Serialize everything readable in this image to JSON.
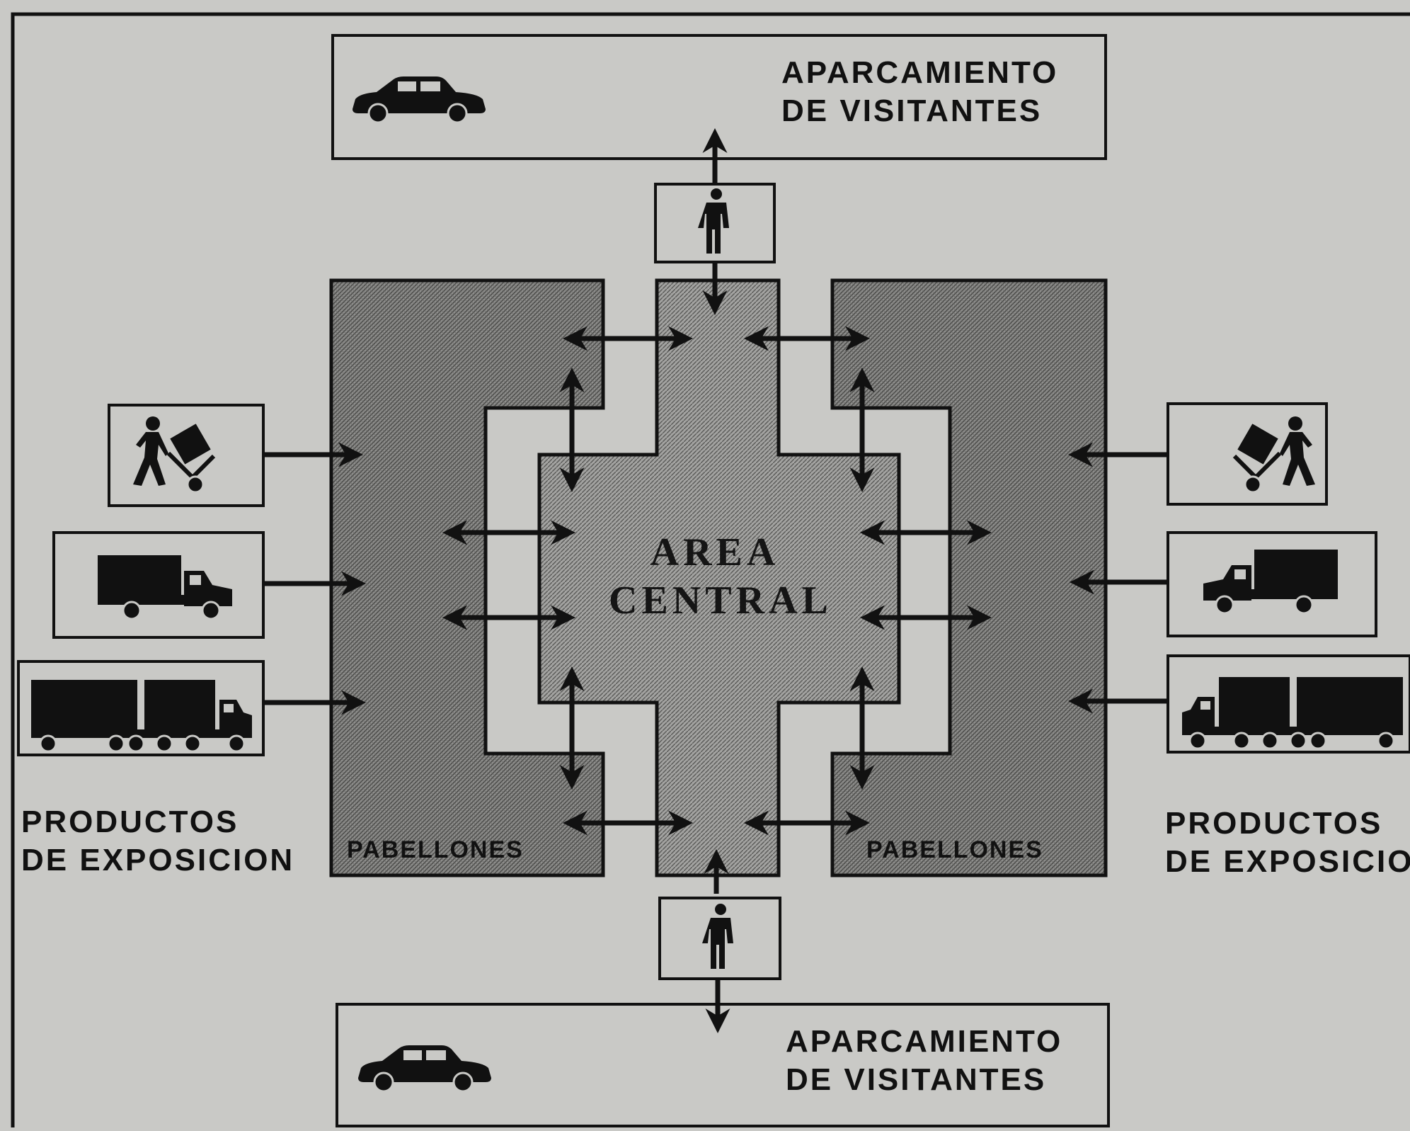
{
  "labels": {
    "parking_top": [
      "APARCAMIENTO",
      "DE VISITANTES"
    ],
    "parking_bottom": [
      "APARCAMIENTO",
      "DE VISITANTES"
    ],
    "products_left": [
      "PRODUCTOS",
      "DE EXPOSICION"
    ],
    "products_right": [
      "PRODUCTOS",
      "DE EXPOSICION"
    ],
    "central_area": [
      "AREA",
      "CENTRAL"
    ],
    "pavilions_left": "PABELLONES",
    "pavilions_right": "PABELLONES"
  },
  "icons": [
    "car-icon",
    "pedestrian-icon",
    "hand-truck-worker-icon",
    "truck-icon",
    "trailer-truck-icon"
  ],
  "colors": {
    "background": "#c9c9c6",
    "ink": "#111111",
    "pavilion_fill": "#8a8a88",
    "central_fill": "#9d9d9b"
  }
}
